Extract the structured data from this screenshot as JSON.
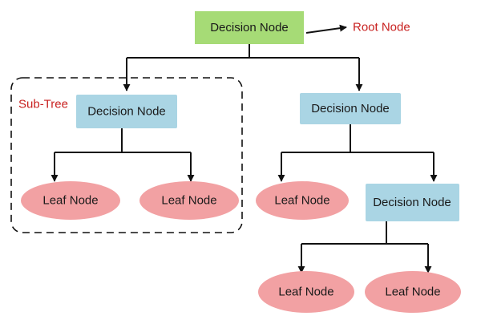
{
  "diagram": {
    "root_node_label": "Root Node",
    "sub_tree_label": "Sub-Tree",
    "nodes": {
      "root": "Decision Node",
      "left": "Decision Node",
      "right": "Decision Node",
      "right_child": "Decision Node",
      "leaf_ll": "Leaf Node",
      "leaf_lr": "Leaf Node",
      "leaf_rl": "Leaf Node",
      "leaf_rcl": "Leaf Node",
      "leaf_rcr": "Leaf Node"
    }
  },
  "colors": {
    "root_fill": "#a6db76",
    "decision_fill": "#aad5e4",
    "leaf_fill": "#f2a1a3",
    "edge": "#111111",
    "annotation_text": "#c8201f"
  }
}
